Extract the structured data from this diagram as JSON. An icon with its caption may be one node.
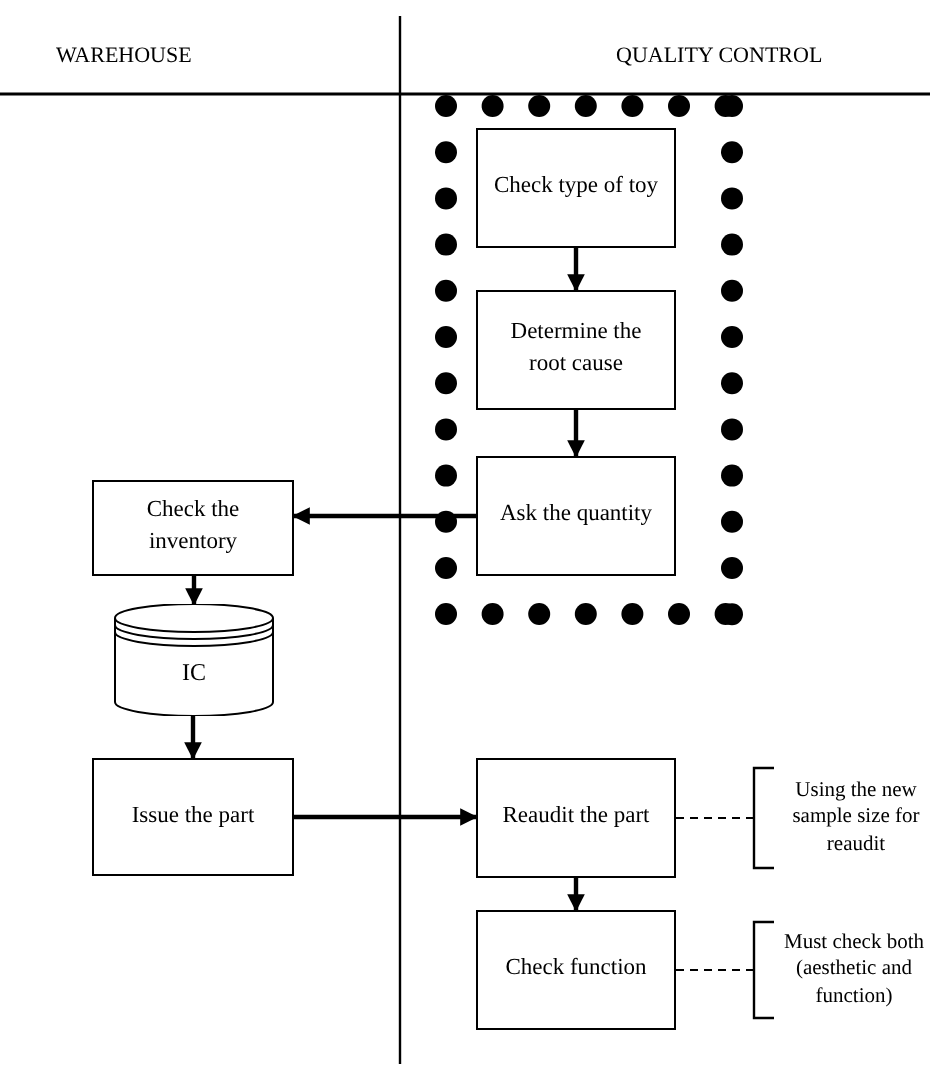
{
  "diagram": {
    "nodes": [
      {
        "text": [
          "Check type of toy"
        ]
      },
      {
        "text": [
          "Determine the root cause"
        ]
      },
      {
        "text": [
          "Ask the quantity"
        ]
      },
      {
        "text": [
          "Check the inventory"
        ]
      },
      {
        "text": [
          "IC"
        ]
      },
      {
        "text": [
          "Issue the part"
        ]
      },
      {
        "text": [
          "Reaudit the part"
        ]
      },
      {
        "text": [
          "Check function"
        ]
      },
      {
        "text": [
          "Using the new sample size for reaudit"
        ]
      },
      {
        "text": [
          "Must check both (aesthetic and function)"
        ]
      }
    ],
    "edges": [
      {
        "from": 0,
        "to": 1,
        "arrow": "to"
      },
      {
        "from": 1,
        "to": 2,
        "arrow": "to"
      },
      {
        "from": 2,
        "to": 3,
        "arrow": "to"
      },
      {
        "from": 3,
        "to": 4,
        "arrow": "to"
      },
      {
        "from": 4,
        "to": 5,
        "arrow": "to"
      },
      {
        "from": 5,
        "to": 6,
        "arrow": "to"
      },
      {
        "from": 6,
        "to": 7,
        "arrow": "to"
      },
      {
        "from": 6,
        "to": 8,
        "arrow": "none",
        "style": "dashed"
      },
      {
        "from": 7,
        "to": 9,
        "arrow": "none",
        "style": "dashed"
      }
    ],
    "labels": [
      "WAREHOUSE",
      "QUALITY CONTROL"
    ]
  }
}
